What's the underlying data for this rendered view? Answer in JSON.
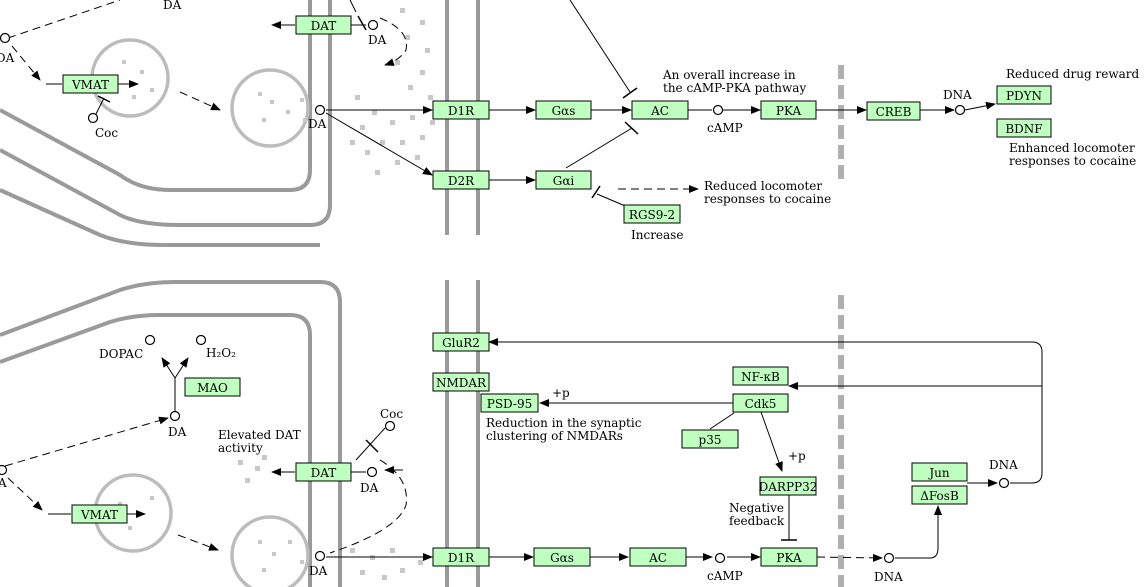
{
  "diagram": {
    "colors": {
      "gene_fill": "#bfffbf",
      "membrane": "#9a9a9a",
      "vesicle": "#bcbcbc",
      "dot": "#c8c8c8"
    },
    "top": {
      "genes": {
        "dat": "DAT",
        "vmat": "VMAT",
        "d1r": "D1R",
        "d2r": "D2R",
        "gas": "Gαs",
        "gai": "Gαi",
        "ac": "AC",
        "pka": "PKA",
        "creb": "CREB",
        "pdyn": "PDYN",
        "bdnf": "BDNF",
        "rgs9": "RGS9-2"
      },
      "labels": {
        "da_top": "DA",
        "da_dat": "DA",
        "da_left": "DA",
        "da_release": "DA",
        "coc": "Coc",
        "camp": "cAMP",
        "dna": "DNA",
        "camp_pka_1": "An overall increase in",
        "camp_pka_2": "the cAMP-PKA pathway",
        "drug_reward": "Reduced drug reward",
        "locomoter_up_1": "Enhanced locomoter",
        "locomoter_up_2": "responses to cocaine",
        "locomoter_down_1": "Reduced locomoter",
        "locomoter_down_2": "responses to cocaine",
        "increase": "Increase"
      }
    },
    "bottom": {
      "genes": {
        "glur2": "GluR2",
        "nmdar": "NMDAR",
        "psd95": "PSD-95",
        "nfkb": "NF-κB",
        "cdk5": "Cdk5",
        "p35": "p35",
        "darpp32": "DARPP32",
        "mao": "MAO",
        "jun": "Jun",
        "fosb": "ΔFosB",
        "dat": "DAT",
        "vmat": "VMAT",
        "d1r": "D1R",
        "gas": "Gαs",
        "ac": "AC",
        "pka": "PKA"
      },
      "labels": {
        "dopac": "DOPAC",
        "h2o2": "H₂O₂",
        "da_mao": "DA",
        "da_dat": "DA",
        "da_left": "A",
        "da_release": "DA",
        "coc": "Coc",
        "elevated_1": "Elevated DAT",
        "elevated_2": "activity",
        "reduction_1": "Reduction in the synaptic",
        "reduction_2": "clustering of NMDARs",
        "plus_p_psd": "+p",
        "plus_p_darpp": "+p",
        "neg_fb_1": "Negative",
        "neg_fb_2": "feedback",
        "camp": "cAMP",
        "dna_pka": "DNA",
        "dna_jun": "DNA"
      }
    }
  }
}
